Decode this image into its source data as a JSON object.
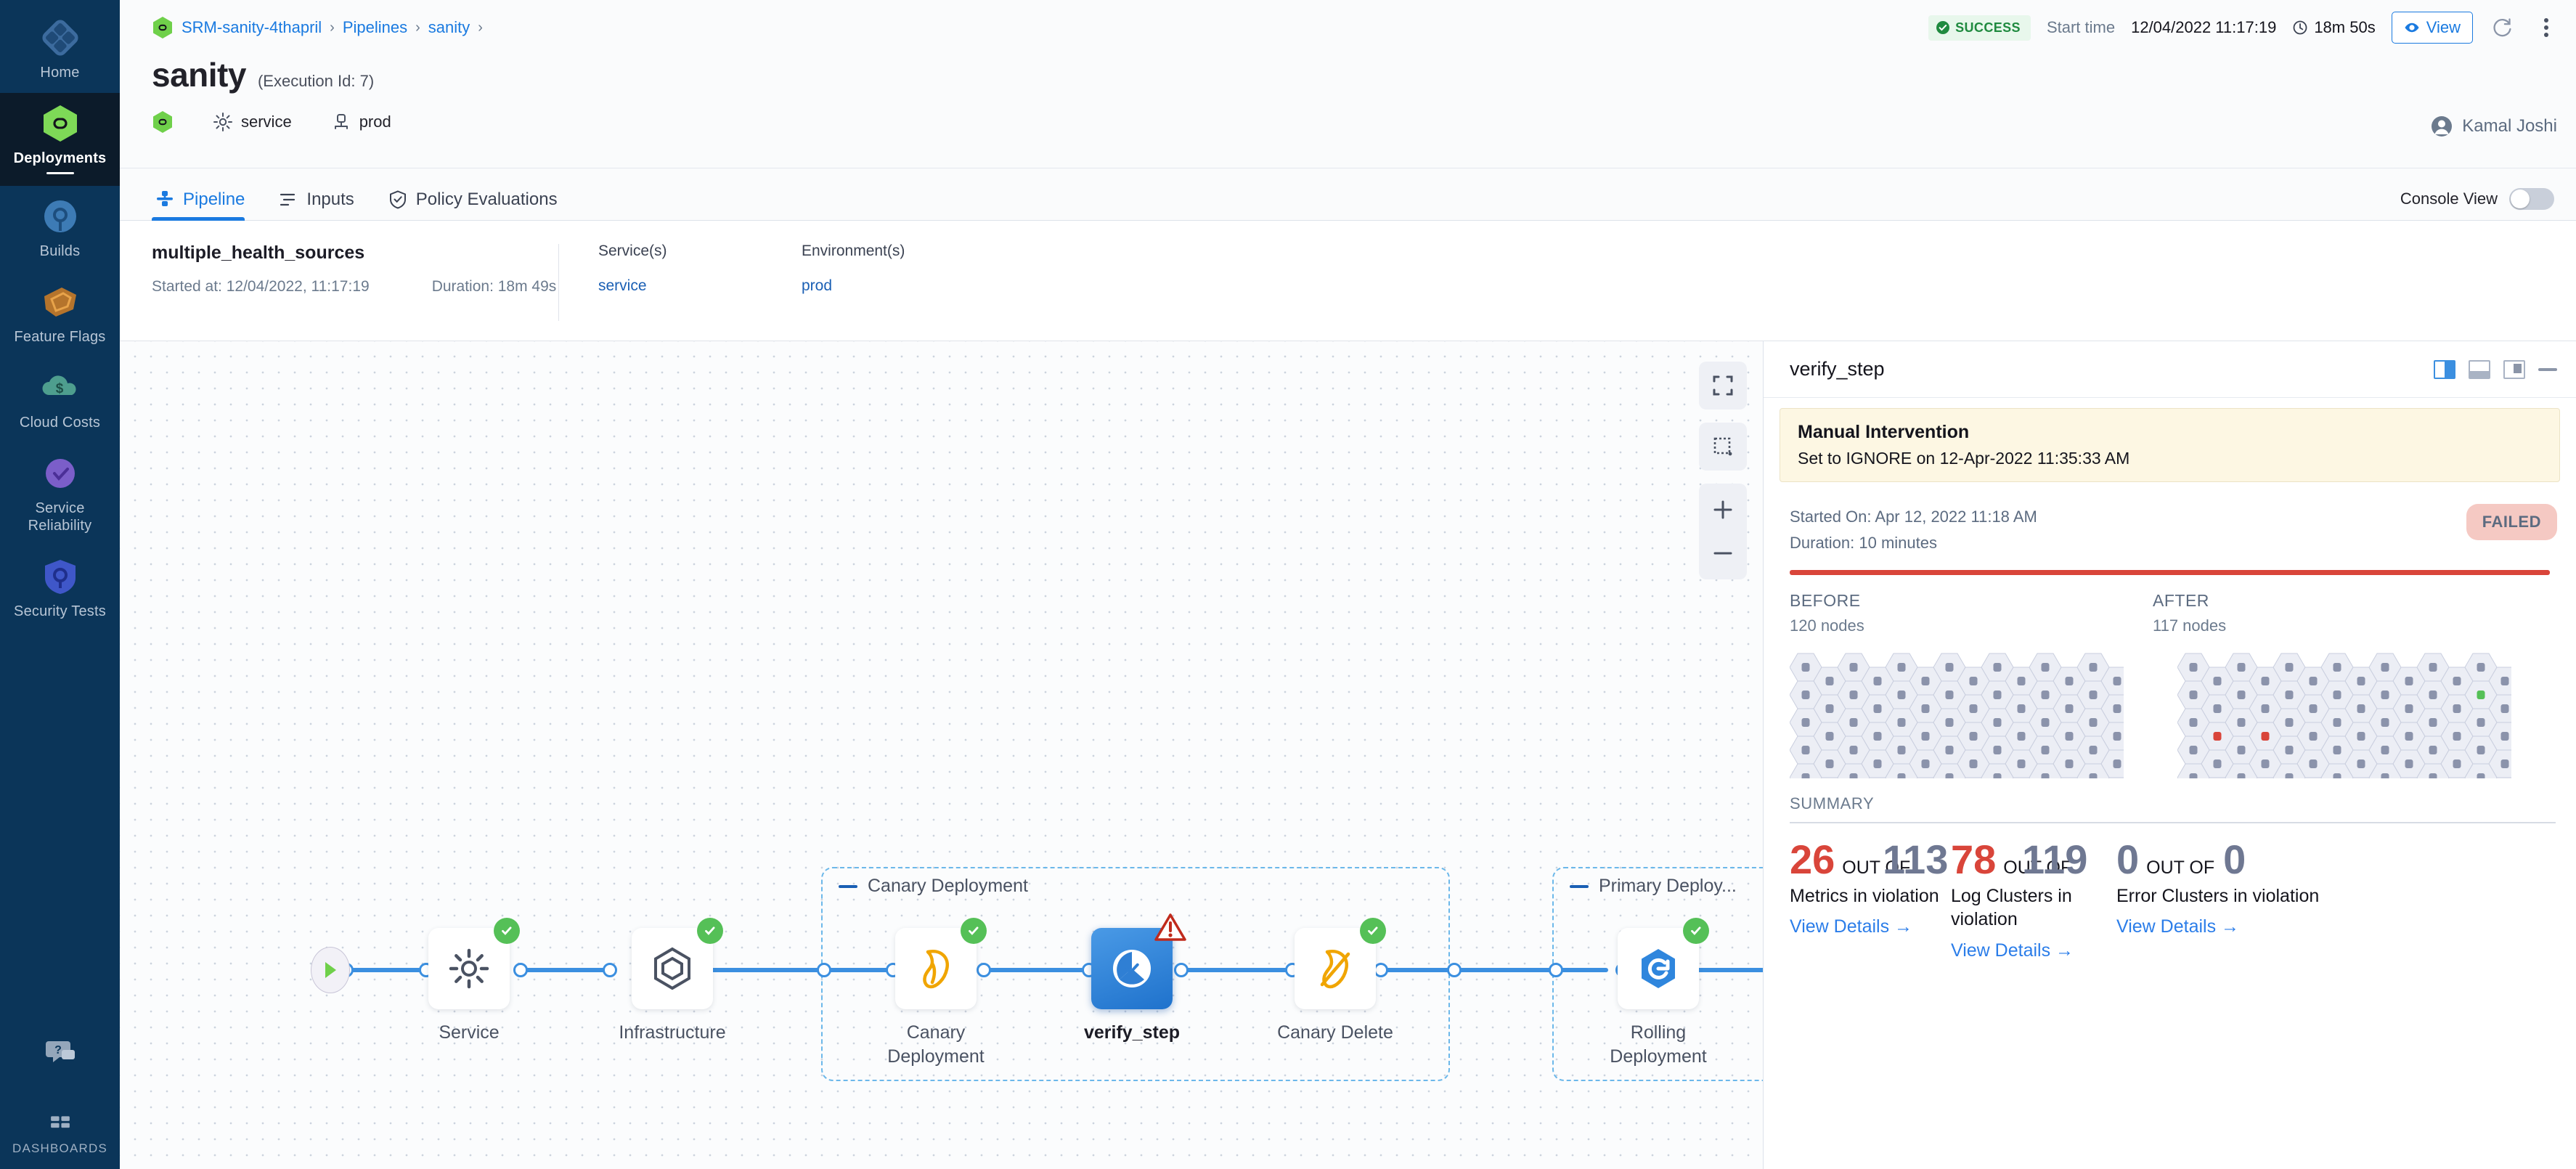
{
  "sidebar": {
    "items": [
      {
        "label": "Home",
        "icon": "home-diamond-icon",
        "active": false
      },
      {
        "label": "Deployments",
        "icon": "deployments-hex-icon",
        "active": true
      },
      {
        "label": "Builds",
        "icon": "builds-icon",
        "active": false
      },
      {
        "label": "Feature Flags",
        "icon": "feature-flags-icon",
        "active": false
      },
      {
        "label": "Cloud Costs",
        "icon": "cloud-costs-icon",
        "active": false
      },
      {
        "label": "Service Reliability",
        "icon": "service-reliability-icon",
        "active": false
      },
      {
        "label": "Security Tests",
        "icon": "security-tests-shield-icon",
        "active": false
      }
    ],
    "help_icon": "chat-help-icon",
    "dashboards_label": "DASHBOARDS",
    "dashboards_icon": "dashboards-grid-icon"
  },
  "header": {
    "breadcrumbs": [
      "SRM-sanity-4thapril",
      "Pipelines",
      "sanity"
    ],
    "title": "sanity",
    "execution_id": "(Execution Id: 7)",
    "service_name": "service",
    "environment_name": "prod",
    "status_badge": "SUCCESS",
    "start_time_label": "Start time",
    "start_time_value": "12/04/2022 11:17:19",
    "duration": "18m 50s",
    "view_button": "View",
    "refresh_icon": "refresh-icon",
    "more_icon": "more-vertical-icon",
    "user_name": "Kamal Joshi",
    "user_icon": "avatar-icon"
  },
  "tabs": [
    {
      "label": "Pipeline",
      "icon": "pipeline-icon",
      "active": true
    },
    {
      "label": "Inputs",
      "icon": "inputs-icon",
      "active": false
    },
    {
      "label": "Policy Evaluations",
      "icon": "policy-shield-icon",
      "active": false
    }
  ],
  "console_view": {
    "label": "Console View",
    "enabled": false
  },
  "stage_summary": {
    "name": "multiple_health_sources",
    "started_at": "Started at: 12/04/2022, 11:17:19",
    "duration": "Duration: 18m 49s",
    "services_label": "Service(s)",
    "services_value": "service",
    "environments_label": "Environment(s)",
    "environments_value": "prod"
  },
  "graph": {
    "toolbar": [
      {
        "name": "fit-to-screen-icon"
      },
      {
        "name": "select-region-icon"
      },
      {
        "name": "zoom-in-icon"
      },
      {
        "name": "zoom-out-icon"
      }
    ],
    "groups": [
      {
        "title": "Canary Deployment"
      },
      {
        "title": "Primary Deploy..."
      }
    ],
    "nodes": [
      {
        "label": "Service",
        "icon": "gear-icon",
        "status": "success",
        "selected": false
      },
      {
        "label": "Infrastructure",
        "icon": "infrastructure-hex-icon",
        "status": "success",
        "selected": false
      },
      {
        "label": "Canary Deployment",
        "icon": "canary-bird-icon",
        "status": "success",
        "selected": false
      },
      {
        "label": "verify_step",
        "icon": "verify-icon",
        "status": "warning",
        "selected": true
      },
      {
        "label": "Canary Delete",
        "icon": "canary-delete-icon",
        "status": "success",
        "selected": false
      },
      {
        "label": "Rolling Deployment",
        "icon": "rolling-deployment-icon",
        "status": "success",
        "selected": false
      }
    ]
  },
  "details_panel": {
    "title": "verify_step",
    "view_icons": [
      "split-view-icon",
      "bottom-panel-icon",
      "right-panel-icon",
      "minimize-icon"
    ],
    "intervention": {
      "title": "Manual Intervention",
      "subtitle": "Set to IGNORE on 12-Apr-2022 11:35:33 AM"
    },
    "started_on": "Started On: Apr 12, 2022 11:18 AM",
    "duration": "Duration: 10 minutes",
    "status": "FAILED",
    "before": {
      "label": "BEFORE",
      "nodes": "120 nodes",
      "count": 120
    },
    "after": {
      "label": "AFTER",
      "nodes": "117 nodes",
      "count": 117
    },
    "summary_label": "SUMMARY",
    "metrics": [
      {
        "value": "26",
        "value_color": "#d9453a",
        "total": "113",
        "total_color": "#6f7892",
        "out_of": "OUT OF",
        "description": "Metrics in violation",
        "link": "View Details"
      },
      {
        "value": "78",
        "value_color": "#d9453a",
        "total": "119",
        "total_color": "#6f7892",
        "out_of": "OUT OF",
        "description": "Log Clusters in violation",
        "link": "View Details"
      },
      {
        "value": "0",
        "value_color": "#6f7892",
        "total": "0",
        "total_color": "#6f7892",
        "out_of": "OUT OF",
        "description": "Error Clusters in violation",
        "link": "View Details"
      }
    ]
  },
  "colors": {
    "accent_blue": "#1a7ae0",
    "nav_bg": "#0b3559",
    "nav_active_bg": "#0c1b2a",
    "success_green": "#55c057",
    "fail_red": "#d9453a",
    "warn_amber": "#f0a500",
    "node_grey": "#8b93ab",
    "hex_fill": "#eceef5"
  }
}
